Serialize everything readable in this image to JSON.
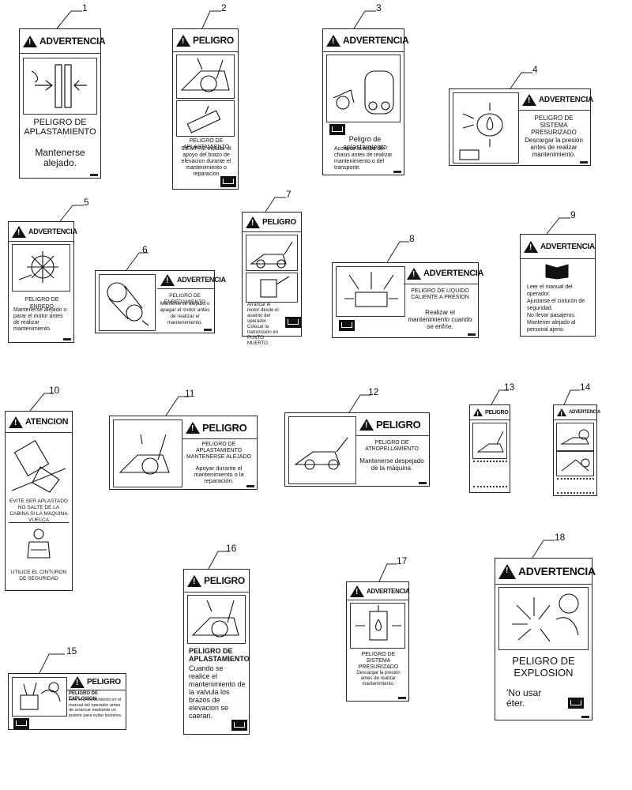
{
  "decals": [
    {
      "id": "1",
      "signal": "ADVERTENCIA",
      "hazard": "PELIGRO DE APLASTAMIENTO",
      "action": "Mantenerse alejado."
    },
    {
      "id": "2",
      "signal": "PELIGRO",
      "hazard": "PELIGRO DE APLASTAMIENTO",
      "action": "SIEMPRE instalar el apoyo del brazo de elevacion durante el mantenimiento o reparacion"
    },
    {
      "id": "3",
      "signal": "ADVERTENCIA",
      "hazard": "Peligro de aplastamiento",
      "action": "Accionar la traba del chasis antes de realizar mantenimiento o del transporte."
    },
    {
      "id": "4",
      "signal": "ADVERTENCIA",
      "hazard": "PELIGRO DE SISTEMA PRESURIZADO",
      "action": "Descargar la presión antes de realizar mantenimiento."
    },
    {
      "id": "5",
      "signal": "ADVERTENCIA",
      "hazard": "PELIGRO DE ENREDO",
      "action": "Mantenerse alejado o parar el motor antes de realizar mantenimiento."
    },
    {
      "id": "6",
      "signal": "ADVERTENCIA",
      "hazard": "PELIGRO DE ENREDAMIENTO",
      "action": "Mantenerse alejado o apagar el motor antes de realizar el mantenimiento."
    },
    {
      "id": "7",
      "signal": "PELIGRO",
      "hazard": "",
      "action": "Arrancar el motor desde el asiento del operador. Colocar la transmisión en PUNTO MUERTO."
    },
    {
      "id": "8",
      "signal": "ADVERTENCIA",
      "hazard": "PELIGRO DE LIQUIDO CALIENTE A PRESION",
      "action": "Realizar el mantenimiento cuando se enfríe."
    },
    {
      "id": "9",
      "signal": "ADVERTENCIA",
      "hazard": "",
      "bullets": [
        "Leer el manual del operador.",
        "Ajustarse el cinturón de seguridad.",
        "No llevar pasajeros.",
        "Mantener alejado al personal ajeno."
      ]
    },
    {
      "id": "10",
      "signal": "ATENCION",
      "hazard": "EVITE SER APLASTADO NO SALTE DE LA CABINA SI LA MAQUINA VUELCA",
      "action": "UTILICE EL CINTURON DE SEGURIDAD"
    },
    {
      "id": "11",
      "signal": "PELIGRO",
      "hazard": "PELIGRO DE APLASTAMIENTO MANTENERSE ALEJADO",
      "action": "Apoyar durante el mantenimiento o la reparación."
    },
    {
      "id": "12",
      "signal": "PELIGRO",
      "hazard": "PELIGRO DE ATROPELLAMIENTO",
      "action": "Mantenerse despejado de la máquina."
    },
    {
      "id": "13",
      "signal": "PELIGRO",
      "hazard": "",
      "action": ""
    },
    {
      "id": "14",
      "signal": "ADVERTENCIA",
      "hazard": "",
      "action": ""
    },
    {
      "id": "15",
      "signal": "PELIGRO",
      "hazard": "PELIGRO DE EXPLOSION",
      "action": "Leer el procedimiento en el manual del operador antes de arrancar mediante un puente para evitar lesiones."
    },
    {
      "id": "16",
      "signal": "PELIGRO",
      "hazard": "PELIGRO DE APLASTAMIENTO",
      "action": "Cuando se realice el mantenimiento de la valvula los brazos de elevacion se caeran."
    },
    {
      "id": "17",
      "signal": "ADVERTENCIA",
      "hazard": "PELIGRO DE SISTEMA PRESURIZADO",
      "action": "Descargar la presión antes de realizar mantenimiento."
    },
    {
      "id": "18",
      "signal": "ADVERTENCIA",
      "hazard": "PELIGRO DE EXPLOSION",
      "action": "'No usar éter."
    }
  ]
}
